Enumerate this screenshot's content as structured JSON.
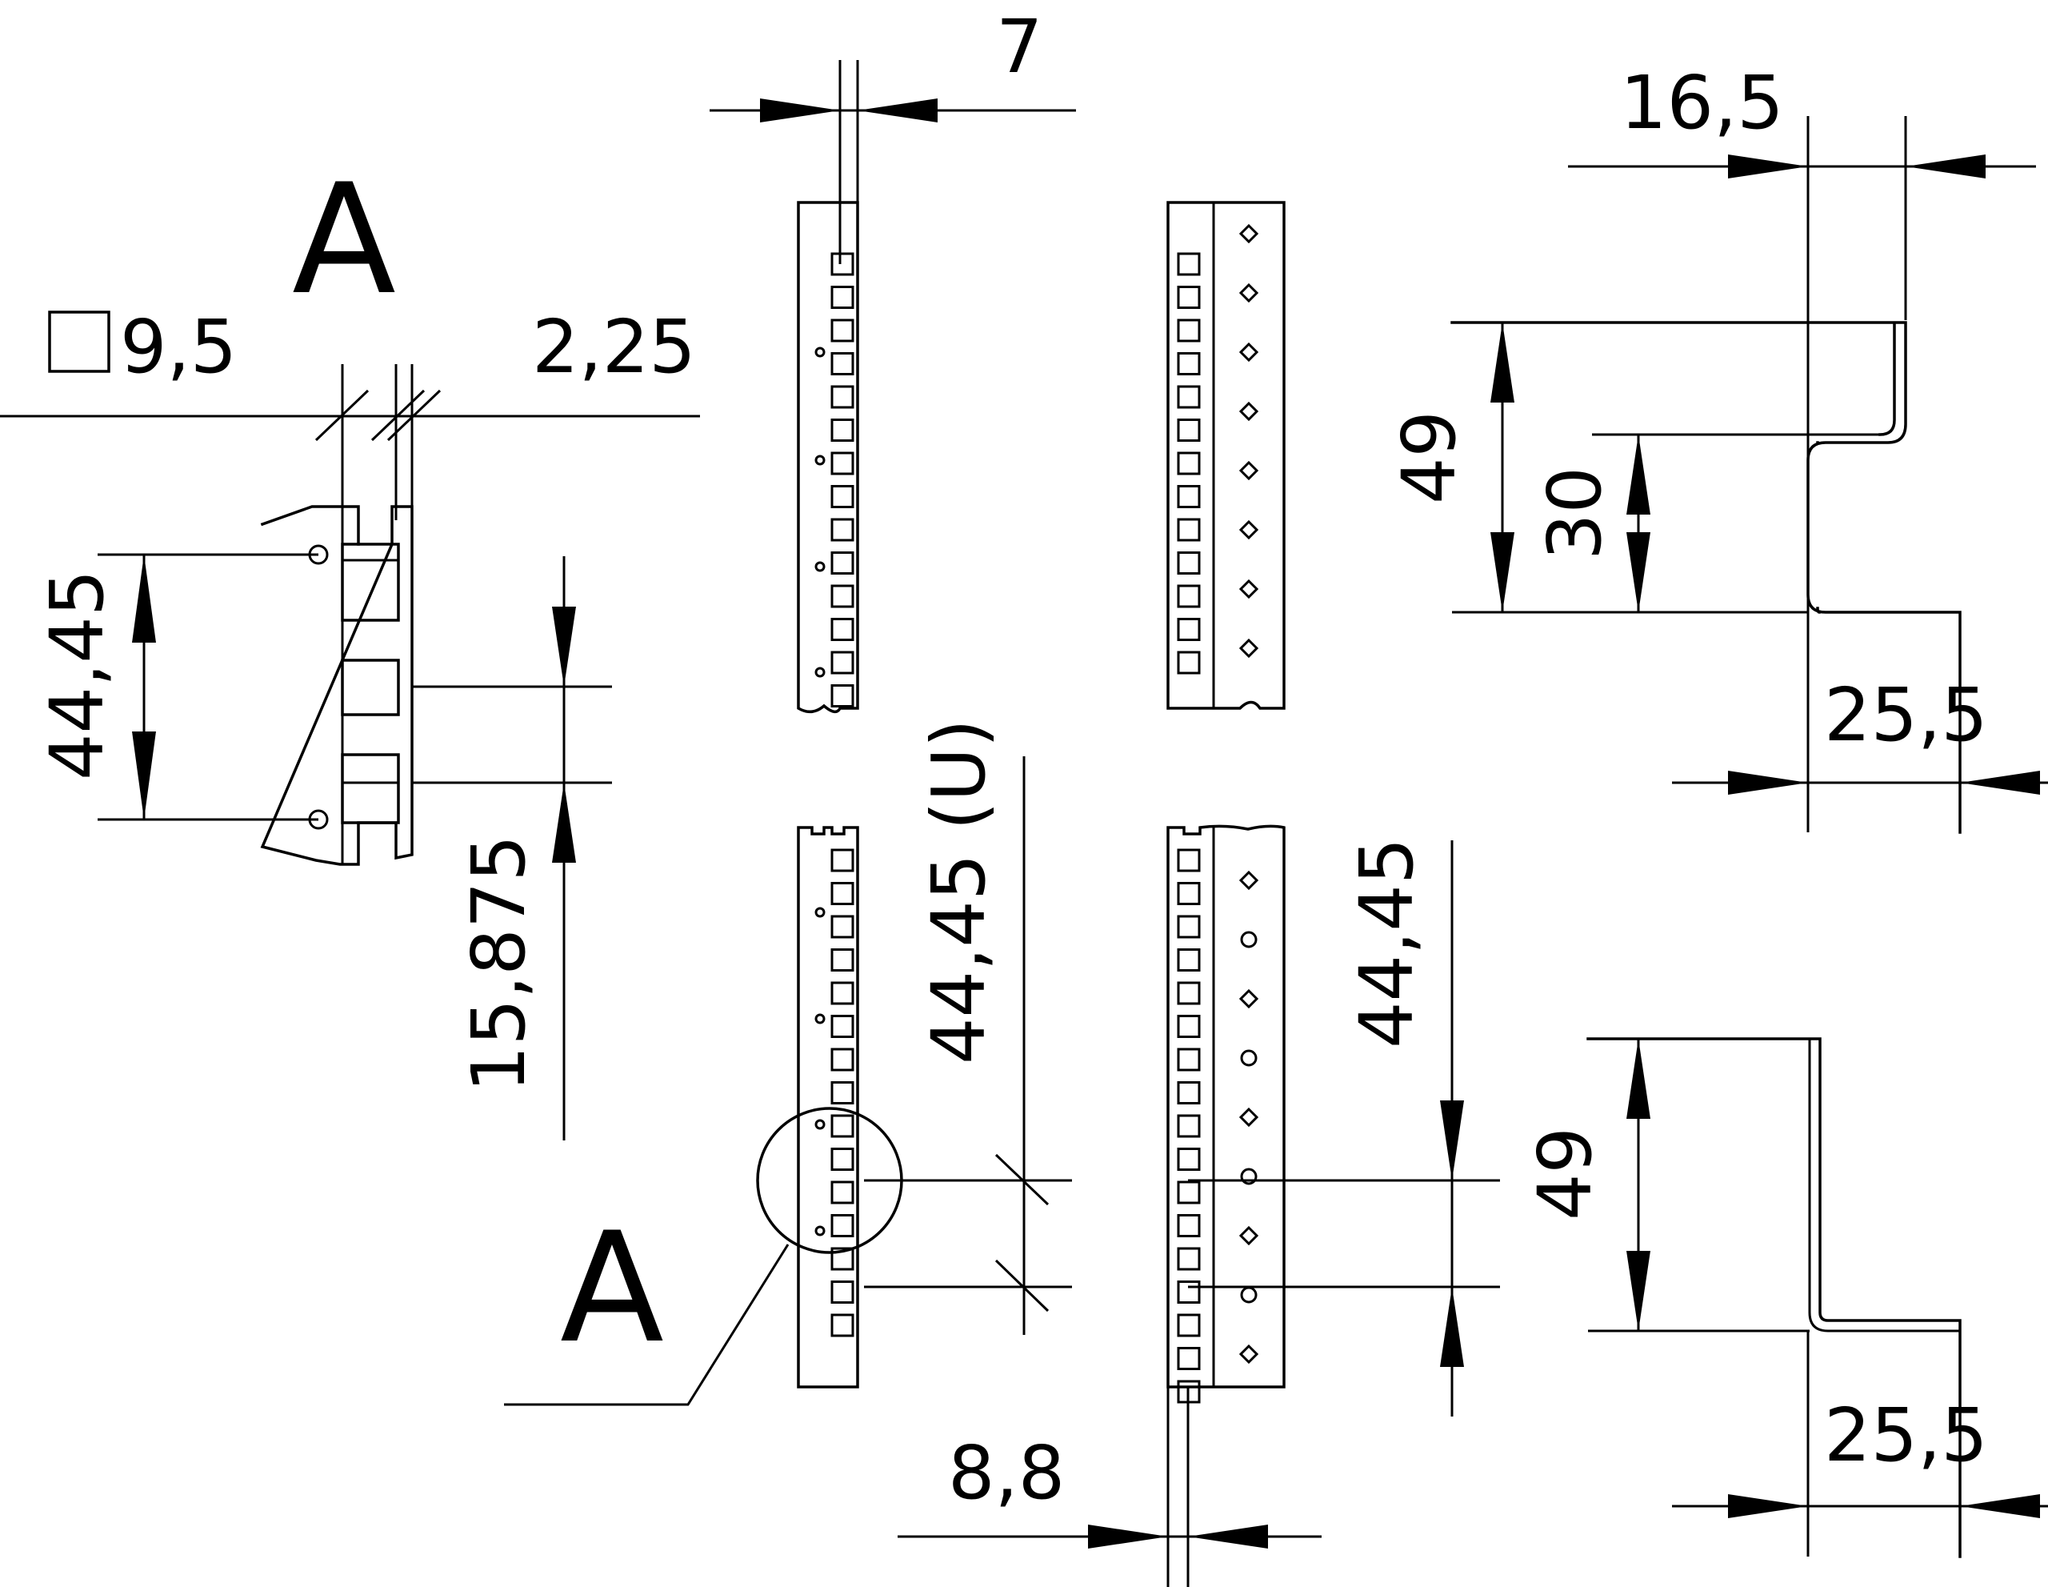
{
  "drawing": {
    "view_label_top": "A",
    "view_label_bottom": "A",
    "dimensions": {
      "square_hole": "9,5",
      "thickness": "2,25",
      "pitch_left": "44,45",
      "hole_offset": "15,875",
      "rail_width_top": "7",
      "unit_height": "44,45 (U)",
      "rail_offset_bottom": "8,8",
      "pitch_right": "44,45",
      "flange_top": "16,5",
      "depth_top": "49",
      "step_height": "30",
      "base_top": "25,5",
      "depth_bottom": "49",
      "base_bottom": "25,5"
    }
  }
}
